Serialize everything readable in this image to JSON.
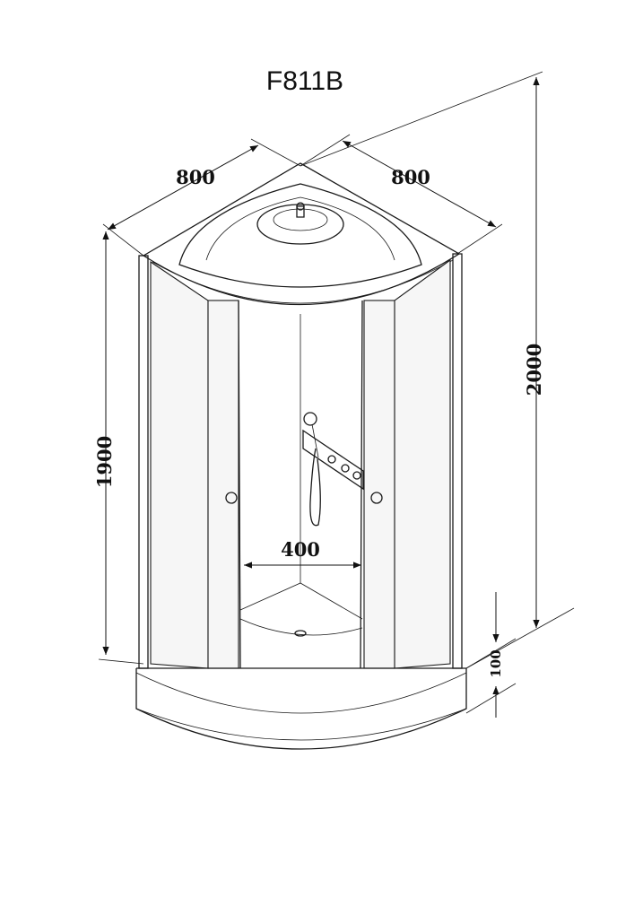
{
  "title": "F811B",
  "dimensions": {
    "width_left": "800",
    "width_right": "800",
    "total_height": "2000",
    "cabin_height": "1900",
    "door_opening": "400",
    "tray_height": "100"
  }
}
